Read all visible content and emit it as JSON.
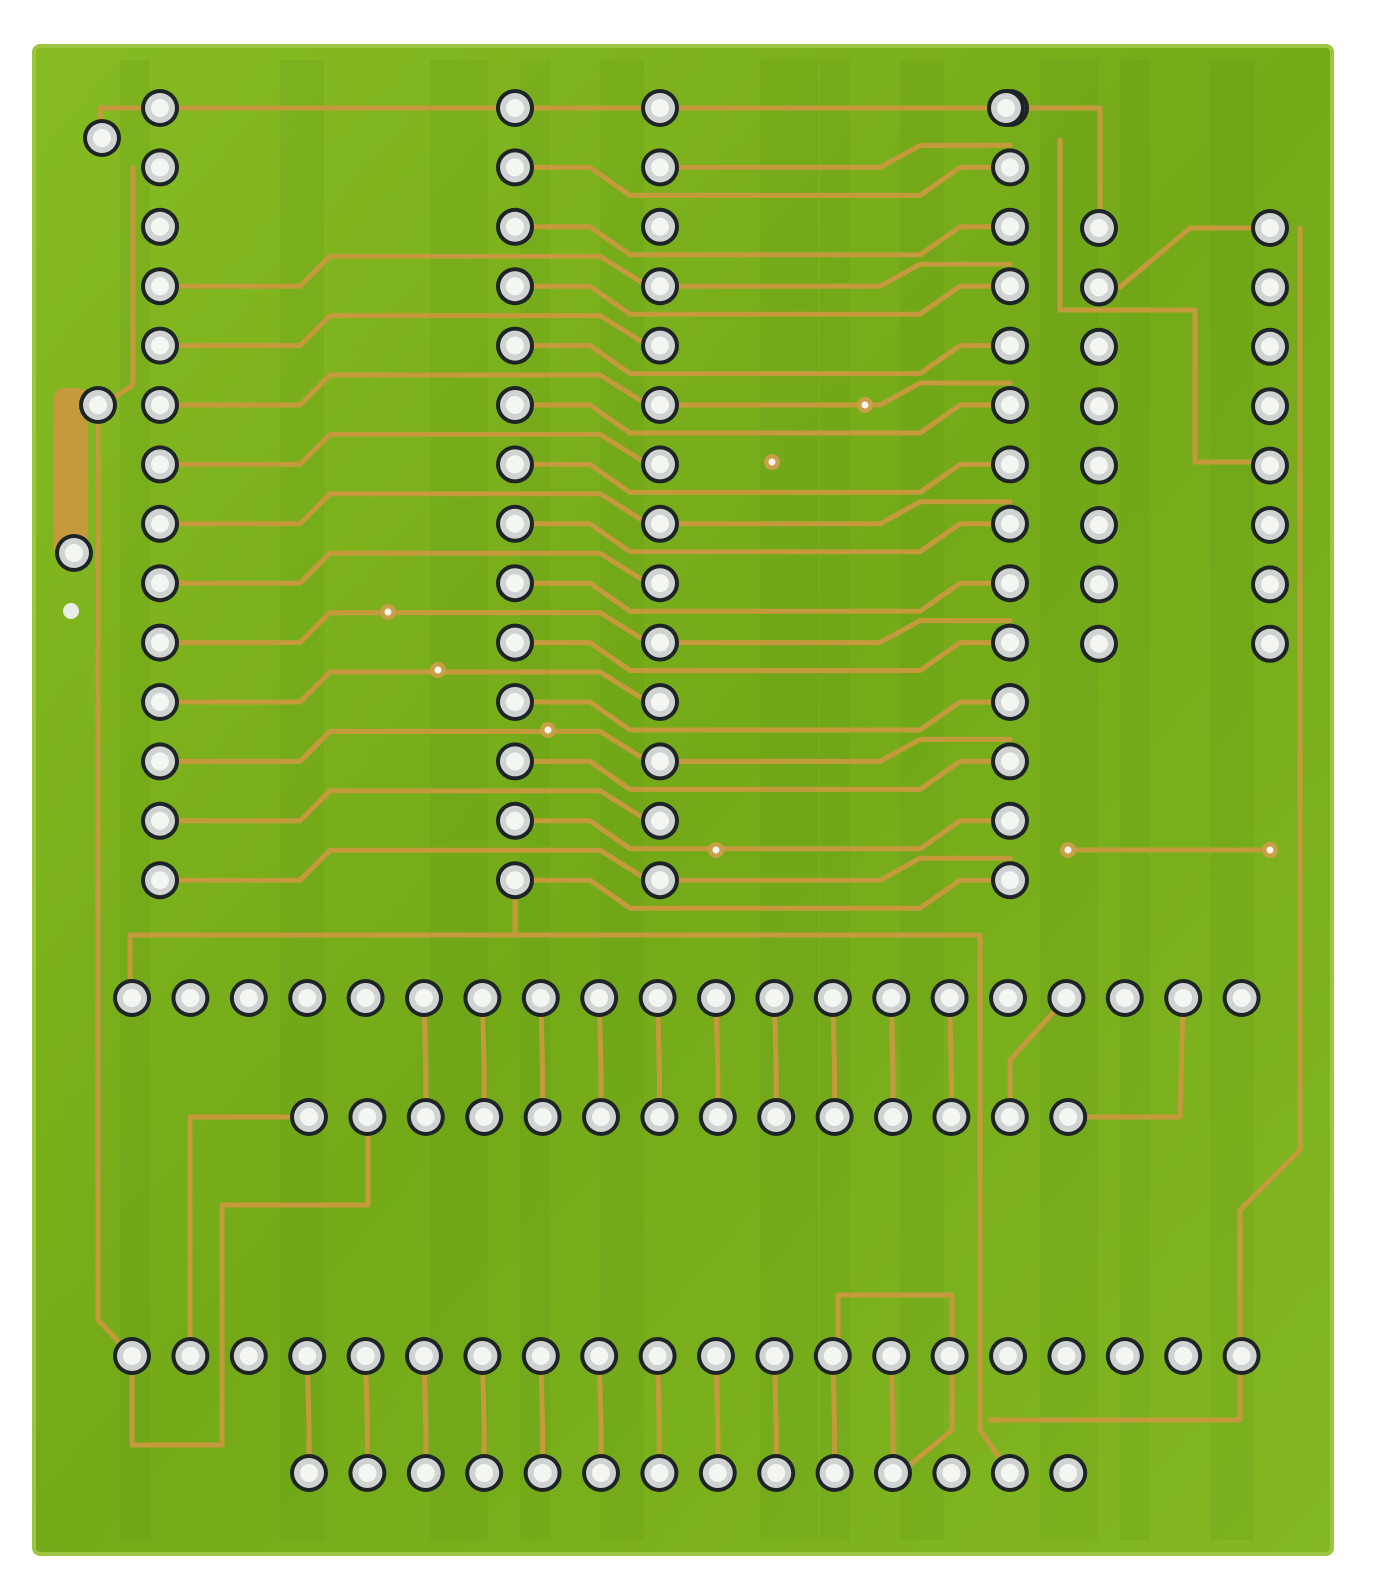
{
  "scene": {
    "subject": "pcb-solder-side",
    "colors": {
      "background": "#ffffff",
      "board": "#7fb41e",
      "board_dark": "#5f9414",
      "board_edge": "#9cc640",
      "trace": "#c49a3c",
      "pad_ring": "#1e2326",
      "pad_metal": "#cfd3d2",
      "pad_hole": "#f4f6f2",
      "via": "#c9a048"
    },
    "hole_groups": [
      {
        "name": "left-ic-column",
        "count": 14
      },
      {
        "name": "center-left-column",
        "count": 14
      },
      {
        "name": "center-right-column",
        "count": 14
      },
      {
        "name": "right-ic-column",
        "count": 14
      },
      {
        "name": "right-header-column-a",
        "count": 8
      },
      {
        "name": "right-header-column-b",
        "count": 8
      },
      {
        "name": "connector-row-upper",
        "count": 20
      },
      {
        "name": "connector-row-upper-inner",
        "count": 14
      },
      {
        "name": "connector-row-lower",
        "count": 20
      },
      {
        "name": "connector-row-lower-inner",
        "count": 14
      }
    ]
  }
}
